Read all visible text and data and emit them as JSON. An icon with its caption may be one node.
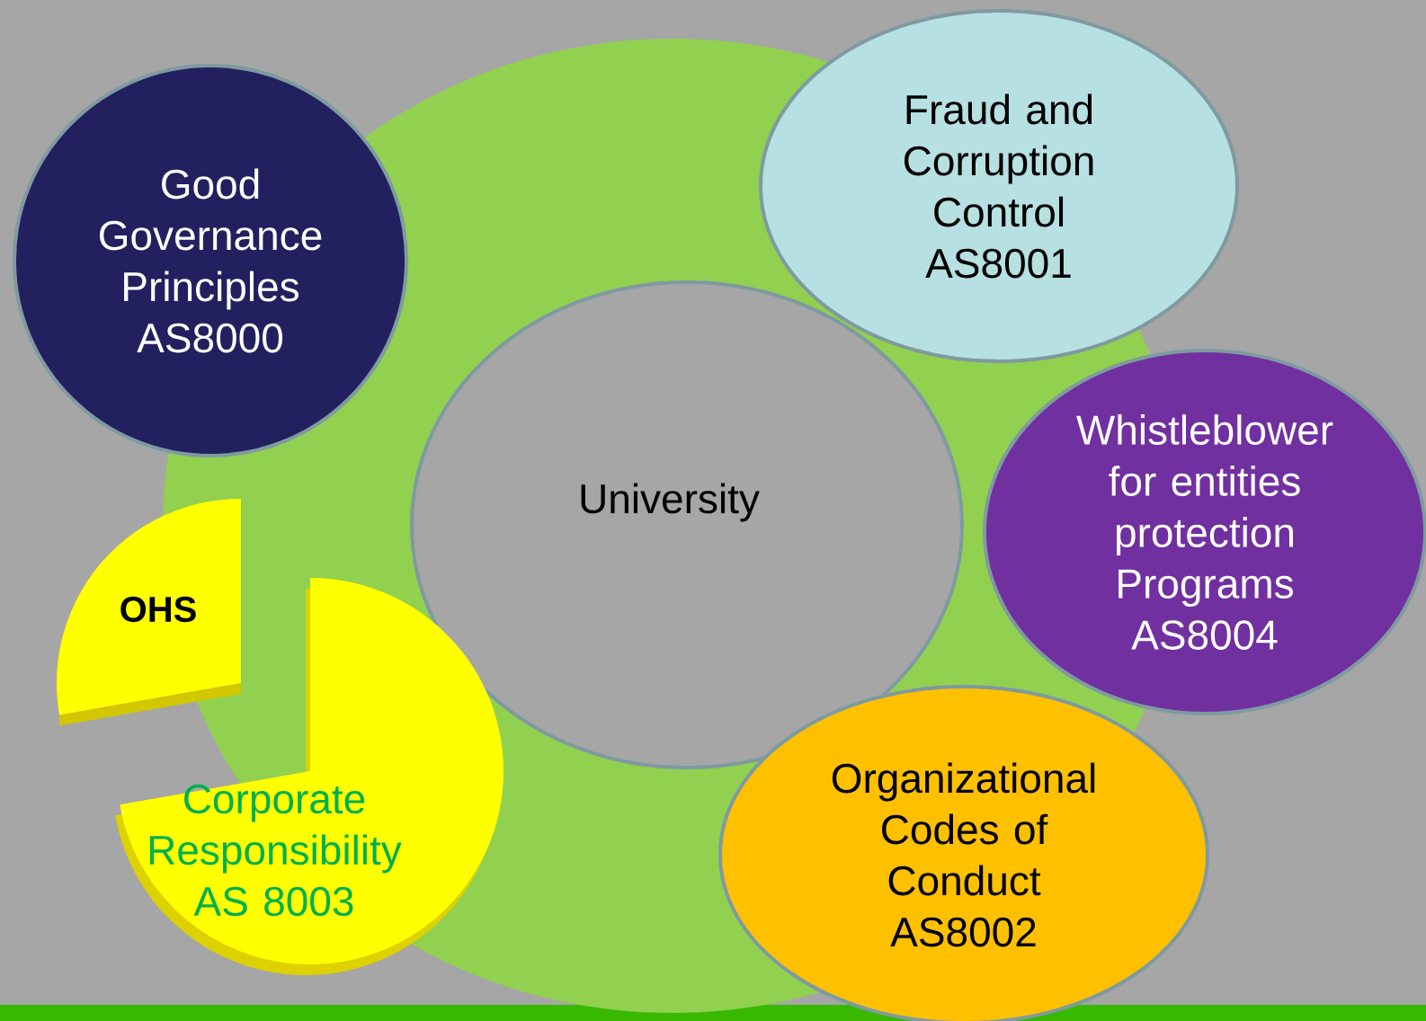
{
  "diagram": {
    "nodes": [
      {
        "text": [
          "University"
        ]
      },
      {
        "text": [
          "Good Governance Principles AS8000"
        ]
      },
      {
        "text": [
          "Fraud and Corruption Control AS8001"
        ]
      },
      {
        "text": [
          "Whistleblower for entities protection Programs AS8004"
        ]
      },
      {
        "text": [
          "OHS"
        ]
      },
      {
        "text": [
          "Corporate Responsibility AS 8003"
        ]
      },
      {
        "text": [
          "Organizational Codes of Conduct AS8002"
        ]
      }
    ]
  }
}
